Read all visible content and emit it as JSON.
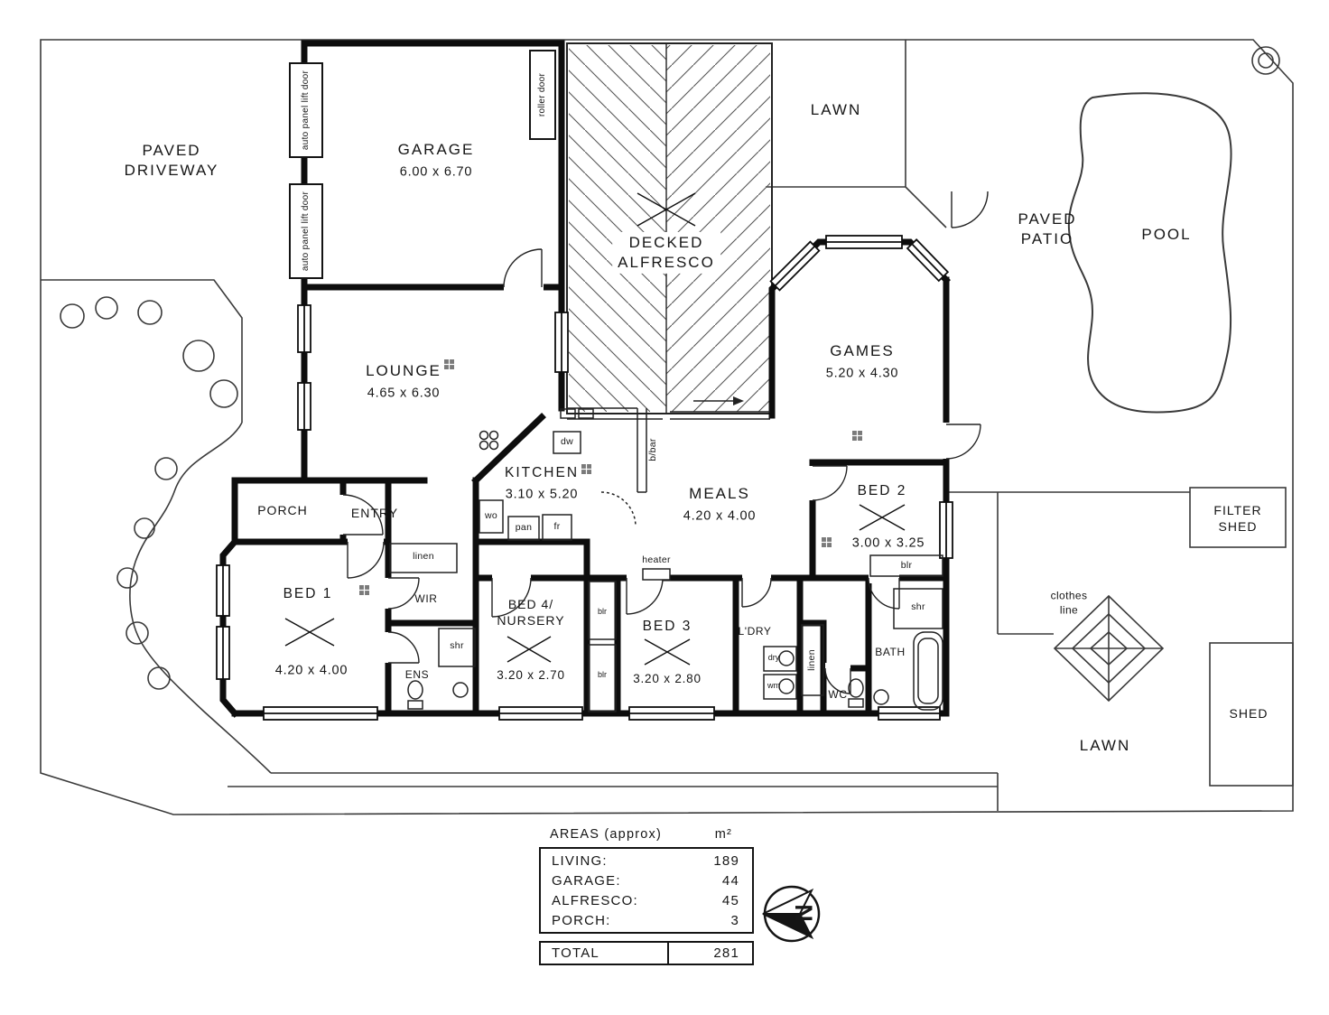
{
  "site": {
    "paved_driveway": {
      "l1": "PAVED",
      "l2": "DRIVEWAY"
    },
    "lawn_top": "LAWN",
    "paved_patio": {
      "l1": "PAVED",
      "l2": "PATIO"
    },
    "pool": "POOL",
    "filter_shed": {
      "l1": "FILTER",
      "l2": "SHED"
    },
    "clothes_line": {
      "l1": "clothes",
      "l2": "line"
    },
    "shed": "SHED",
    "lawn_bottom": "LAWN"
  },
  "rooms": {
    "garage": {
      "name": "GARAGE",
      "dims": "6.00 x 6.70"
    },
    "alfresco": {
      "l1": "DECKED",
      "l2": "ALFRESCO"
    },
    "lounge": {
      "name": "LOUNGE",
      "dims": "4.65 x 6.30"
    },
    "kitchen": {
      "name": "KITCHEN",
      "dims": "3.10 x 5.20"
    },
    "meals": {
      "name": "MEALS",
      "dims": "4.20 x 4.00"
    },
    "games": {
      "name": "GAMES",
      "dims": "5.20 x 4.30"
    },
    "bed1": {
      "name": "BED 1",
      "dims": "4.20 x 4.00"
    },
    "bed2": {
      "name": "BED 2",
      "dims": "3.00 x 3.25"
    },
    "bed3": {
      "name": "BED 3",
      "dims": "3.20 x 2.80"
    },
    "bed4": {
      "l1": "BED 4/",
      "l2": "NURSERY",
      "dims": "3.20 x 2.70"
    },
    "porch": "PORCH",
    "entry": "ENTRY",
    "wir": "WIR",
    "ens": "ENS",
    "bath": "BATH",
    "wc": "WC",
    "ldry": "L'DRY"
  },
  "fixtures": {
    "roller_door": "roller door",
    "auto_door_1": "auto panel lift door",
    "auto_door_2": "auto panel lift door",
    "dw": "dw",
    "wo": "wo",
    "pan": "pan",
    "fr": "fr",
    "bbar": "b/bar",
    "heater": "heater",
    "linen_hall": "linen",
    "linen_bath": "linen",
    "shr_ens": "shr",
    "shr_bath": "shr",
    "blr_bed4": "blr",
    "blr_bed3": "blr",
    "blr_bed2": "blr",
    "dry": "dry",
    "wm": "wm"
  },
  "areas_table": {
    "title": "AREAS (approx)",
    "unit": "m²",
    "rows": [
      {
        "label": "LIVING:",
        "value": "189"
      },
      {
        "label": "GARAGE:",
        "value": "44"
      },
      {
        "label": "ALFRESCO:",
        "value": "45"
      },
      {
        "label": "PORCH:",
        "value": "3"
      }
    ],
    "total_label": "TOTAL",
    "total_value": "281"
  },
  "compass": {
    "north": "N"
  }
}
